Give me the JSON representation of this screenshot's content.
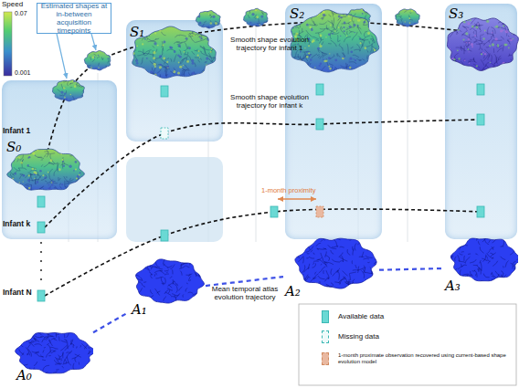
{
  "diagram": {
    "nodes": [
      {
        "text": [
          "Estimated shapes at in-between acquisition timepoints"
        ]
      },
      {
        "text": [
          "S₀"
        ]
      },
      {
        "text": [
          "S₁"
        ]
      },
      {
        "text": [
          "S₂"
        ]
      },
      {
        "text": [
          "S₃"
        ]
      },
      {
        "text": [
          "A₀"
        ]
      },
      {
        "text": [
          "A₁"
        ]
      },
      {
        "text": [
          "A₂"
        ]
      },
      {
        "text": [
          "A₃"
        ]
      }
    ],
    "edges": [
      {
        "from": 5,
        "to": 6,
        "arrow": "none"
      },
      {
        "from": 6,
        "to": 7,
        "label": "Mean temporal atlas evolution trajectory",
        "arrow": "none"
      },
      {
        "from": 7,
        "to": 8,
        "arrow": "none"
      }
    ],
    "labels": [
      "Speed",
      "0.07",
      "0.001",
      "Infant 1",
      "Smooth shape evolution trajectory for infant 1",
      "Infant k",
      "Smooth shape evolution trajectory for infant k",
      "Infant N",
      "1-month proximity"
    ],
    "legend": [
      {
        "text": "Available data",
        "color": "#6ad9d4"
      },
      {
        "text": "Missing data"
      },
      {
        "text": "1-month proximate observation recovered using current-based shape evolution model",
        "color": "#e9b8a0"
      }
    ]
  }
}
